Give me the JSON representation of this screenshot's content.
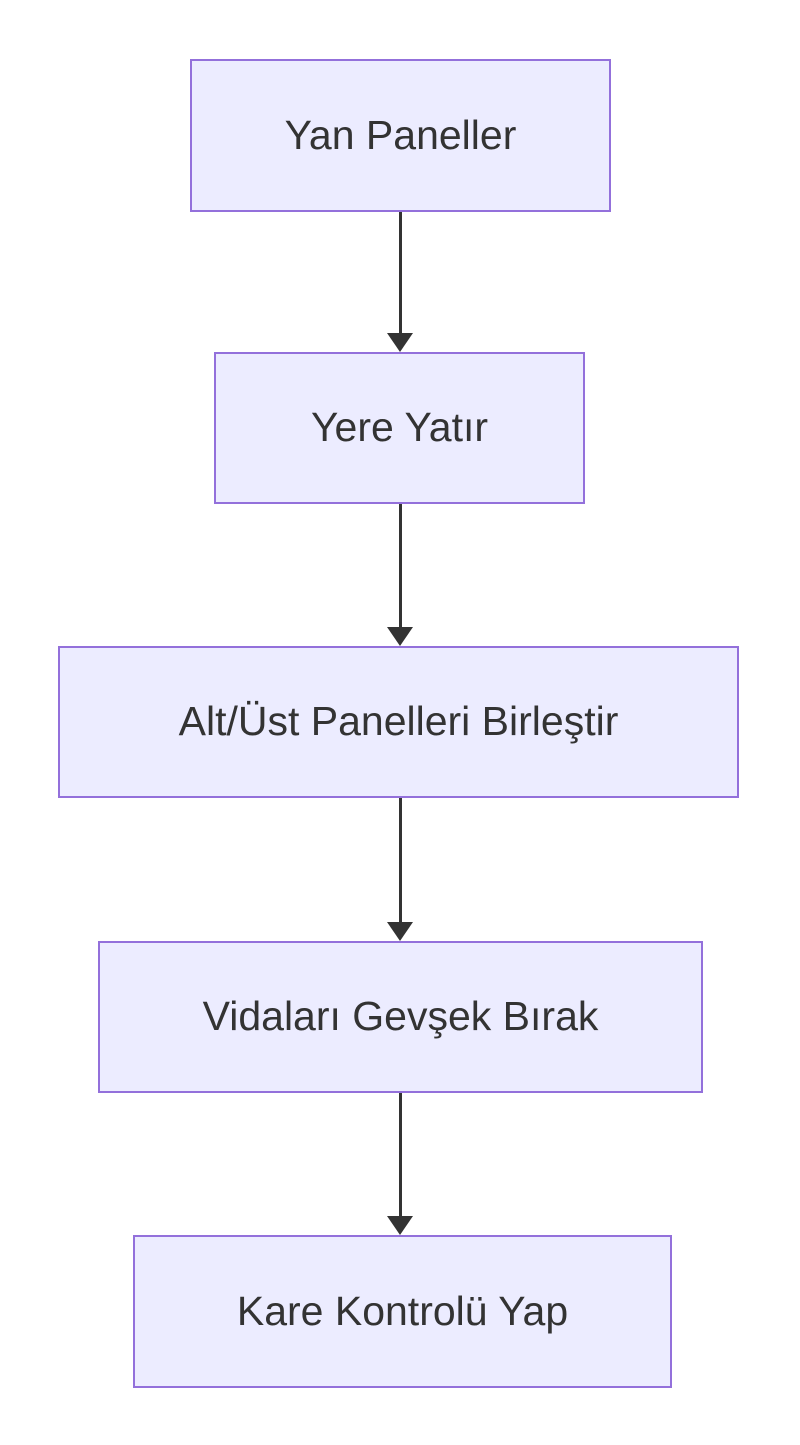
{
  "diagram": {
    "type": "flowchart",
    "direction": "top-down",
    "nodes": [
      {
        "label": "Yan Paneller"
      },
      {
        "label": "Yere Yatır"
      },
      {
        "label": "Alt/Üst Panelleri Birleştir"
      },
      {
        "label": "Vidaları Gevşek Bırak"
      },
      {
        "label": "Kare Kontrolü Yap"
      }
    ],
    "edges": [
      {
        "from": "Yan Paneller",
        "to": "Yere Yatır"
      },
      {
        "from": "Yere Yatır",
        "to": "Alt/Üst Panelleri Birleştir"
      },
      {
        "from": "Alt/Üst Panelleri Birleştir",
        "to": "Vidaları Gevşek Bırak"
      },
      {
        "from": "Vidaları Gevşek Bırak",
        "to": "Kare Kontrolü Yap"
      }
    ],
    "colors": {
      "node_fill": "#ECECFF",
      "node_border": "#9370DB",
      "text": "#333333",
      "arrow": "#333333",
      "background": "#FFFFFF"
    }
  }
}
